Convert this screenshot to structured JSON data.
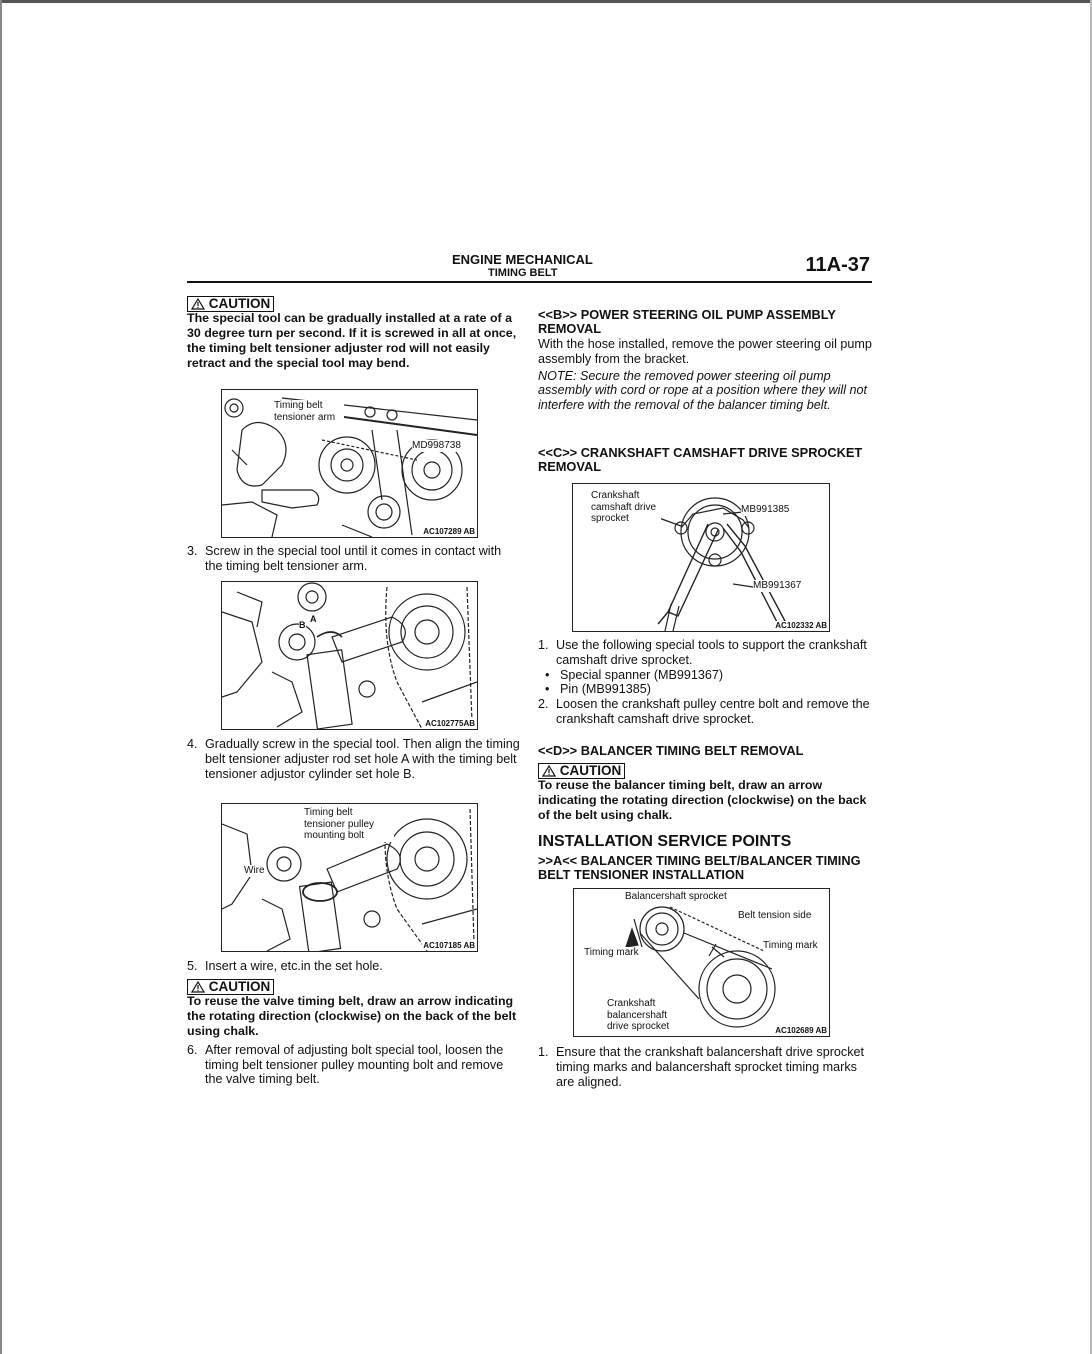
{
  "header": {
    "section": "ENGINE MECHANICAL",
    "subsection": "TIMING BELT",
    "page": "11A-37"
  },
  "left": {
    "caution1": {
      "label": "CAUTION",
      "text": "The special tool can be gradually installed at a rate of a 30 degree turn per second. If it is screwed in all at once, the timing belt tensioner adjuster rod will not easily retract and the special tool may bend."
    },
    "fig1": {
      "label1": "Timing belt tensioner arm",
      "label2": "MD998738",
      "code": "AC107289 AB"
    },
    "step3": {
      "num": "3.",
      "text": "Screw in the special tool until it comes in contact with the timing belt tensioner arm."
    },
    "fig2": {
      "labelB": "B",
      "labelA": "A",
      "code": "AC102775AB"
    },
    "step4": {
      "num": "4.",
      "text": "Gradually screw in the special tool. Then align the timing belt tensioner adjuster rod set hole A with the timing belt tensioner adjustor cylinder set hole B."
    },
    "fig3": {
      "label1": "Timing belt tensioner pulley mounting bolt",
      "label2": "Wire",
      "code": "AC107185 AB"
    },
    "step5": {
      "num": "5.",
      "text": "Insert a wire, etc.in the set hole."
    },
    "caution2": {
      "label": "CAUTION",
      "text": "To reuse the valve timing belt, draw an arrow indicating the rotating direction (clockwise) on the back of the belt using chalk."
    },
    "step6": {
      "num": "6.",
      "text": "After removal of adjusting bolt special tool, loosen the timing belt tensioner pulley mounting bolt and remove the valve timing belt."
    }
  },
  "right": {
    "secB": {
      "title": "<<B>> POWER STEERING OIL PUMP ASSEMBLY REMOVAL",
      "text": "With the hose installed, remove the power steering oil pump assembly from the bracket.",
      "note": "NOTE: Secure the removed power steering oil pump assembly with cord or rope at a position where they will not interfere with the removal of the balancer timing belt."
    },
    "secC": {
      "title": "<<C>> CRANKSHAFT CAMSHAFT DRIVE SPROCKET REMOVAL"
    },
    "fig4": {
      "label1": "Crankshaft camshaft drive sprocket",
      "label2": "MB991385",
      "label3": "MB991367",
      "code": "AC102332 AB"
    },
    "secC_steps": {
      "s1num": "1.",
      "s1": "Use the following special tools to support the crankshaft camshaft drive sprocket.",
      "bullet1": "Special spanner (MB991367)",
      "bullet2": "Pin (MB991385)",
      "s2num": "2.",
      "s2": "Loosen the crankshaft pulley centre bolt and remove the crankshaft camshaft drive sprocket."
    },
    "secD": {
      "title": "<<D>> BALANCER TIMING BELT REMOVAL",
      "caution_label": "CAUTION",
      "caution_text": "To reuse the balancer timing belt, draw an arrow indicating the rotating direction (clockwise) on the back of the belt using chalk."
    },
    "install": {
      "title": "INSTALLATION SERVICE POINTS",
      "subtitle": ">>A<< BALANCER TIMING BELT/BALANCER TIMING BELT TENSIONER INSTALLATION"
    },
    "fig5": {
      "label1": "Balancershaft sprocket",
      "label2": "Belt tension side",
      "label3": "Timing mark",
      "label4": "Timing mark",
      "label5": "Crankshaft balancershaft drive sprocket",
      "code": "AC102689 AB"
    },
    "install_step1": {
      "num": "1.",
      "text": "Ensure that the crankshaft balancershaft drive sprocket timing marks and balancershaft sprocket timing marks are aligned."
    }
  },
  "icons": {
    "caution": "warning-triangle-icon"
  }
}
